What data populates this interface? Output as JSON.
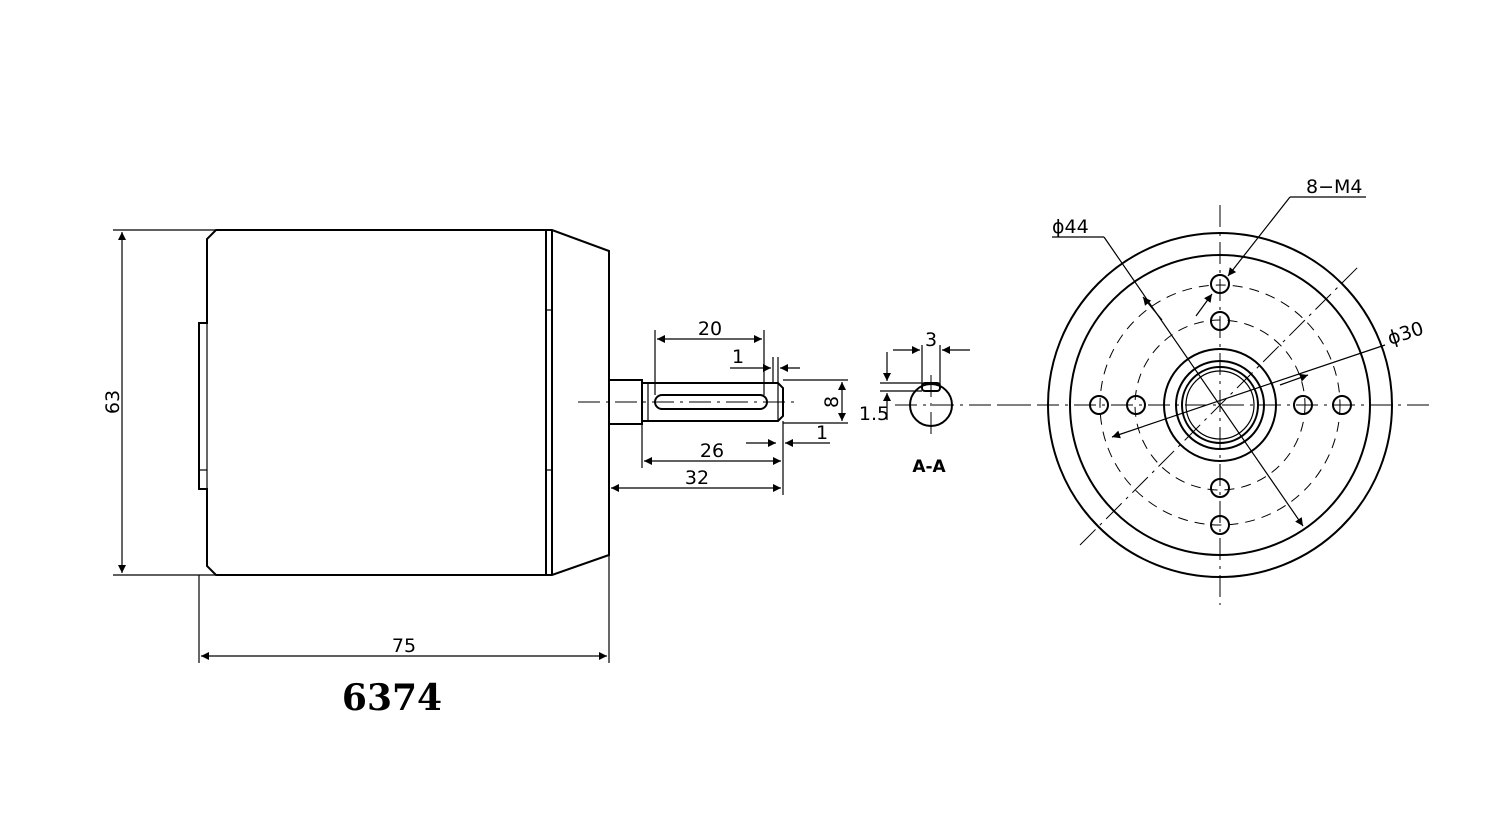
{
  "drawing": {
    "model": "6374",
    "dimensions": {
      "body_length": "75",
      "body_diameter": "63",
      "key_length": "20",
      "key_offset": "1",
      "shaft_diameter": "8",
      "shaft_end_offset": "1",
      "keyway_length": "26",
      "shaft_length": "32"
    },
    "section": {
      "label": "A-A",
      "key_width": "3",
      "key_depth": "1.5"
    },
    "front_view": {
      "bolt_circle_outer": "ϕ44",
      "bolt_circle_inner": "ϕ30",
      "holes": "8−M4"
    }
  }
}
